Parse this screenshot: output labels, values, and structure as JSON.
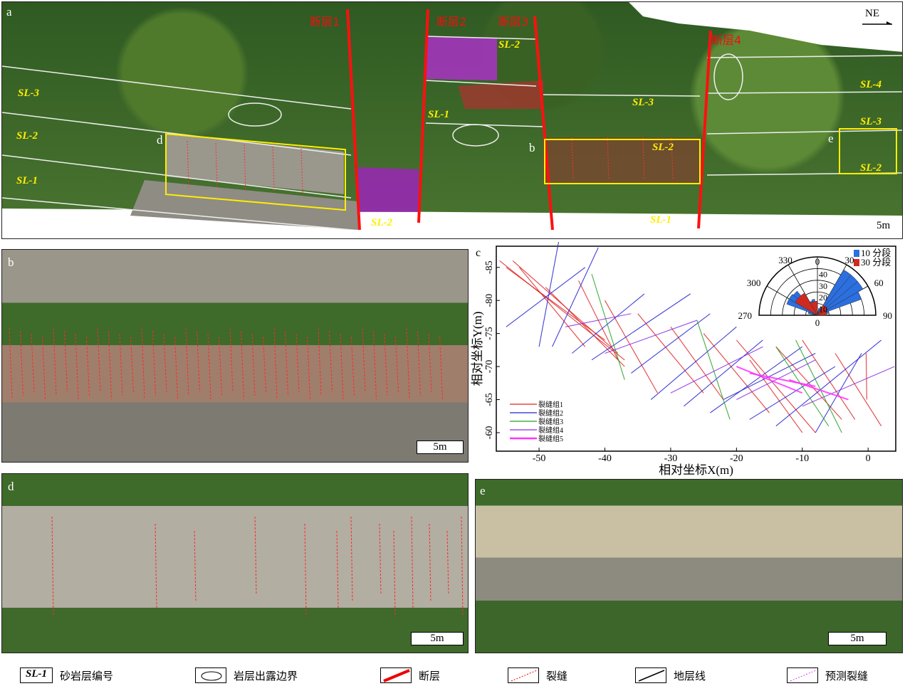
{
  "panel_a": {
    "label": "a",
    "north": "NE",
    "scale": "5m",
    "faults": [
      "断层1",
      "断层2",
      "断层3",
      "断层4"
    ],
    "layers": [
      "SL-3",
      "SL-2",
      "SL-1",
      "SL-2",
      "SL-2",
      "SL-1",
      "SL-3",
      "SL-2",
      "SL-1",
      "SL-4",
      "SL-3",
      "SL-2"
    ],
    "sub_labels": [
      "d",
      "b",
      "e"
    ]
  },
  "panel_b": {
    "label": "b",
    "scale": "5m"
  },
  "panel_d": {
    "label": "d",
    "scale": "5m"
  },
  "panel_e": {
    "label": "e",
    "scale": "5m"
  },
  "chart_data": {
    "type": "line",
    "label": "c",
    "xlabel": "相对坐标X(m)",
    "ylabel": "相对坐标Y(m)",
    "xlim": [
      -56.5,
      4.2
    ],
    "ylim": [
      -88.2,
      -57.2
    ],
    "xticks": [
      -50,
      -40,
      -30,
      -20,
      -10,
      0
    ],
    "yticks": [
      -85,
      -80,
      -75,
      -70,
      -65,
      -60
    ],
    "legend_position": "bottom-left",
    "series": [
      {
        "name": "裂缝组1",
        "color": "#e02020",
        "segments": [
          [
            -56,
            -86,
            -37,
            -71
          ],
          [
            -55,
            -85,
            -40,
            -74
          ],
          [
            -54,
            -86,
            -38,
            -72
          ],
          [
            -53,
            -85,
            -43,
            -73
          ],
          [
            -49,
            -82,
            -37,
            -70
          ],
          [
            -44,
            -83,
            -38,
            -71
          ],
          [
            -40,
            -80,
            -32,
            -66
          ],
          [
            -35,
            -78,
            -25,
            -66
          ],
          [
            -30,
            -76,
            -22,
            -65
          ],
          [
            -25,
            -75,
            -15,
            -63
          ],
          [
            -20,
            -74,
            -8,
            -60
          ],
          [
            -14,
            -73,
            -4,
            -62
          ],
          [
            -10,
            -74,
            -2,
            -62
          ],
          [
            -5,
            -72,
            2,
            -61
          ],
          [
            -0.3,
            -72,
            -0.2,
            -65
          ],
          [
            -18,
            -71,
            -10,
            -60
          ]
        ]
      },
      {
        "name": "裂缝组2",
        "color": "#2020d0",
        "segments": [
          [
            -55,
            -76,
            -43,
            -85
          ],
          [
            -50,
            -73,
            -47,
            -89
          ],
          [
            -48,
            -73,
            -41,
            -88
          ],
          [
            -45,
            -72,
            -34,
            -81
          ],
          [
            -42,
            -71,
            -27,
            -81
          ],
          [
            -36,
            -69,
            -24,
            -78
          ],
          [
            -33,
            -65,
            -20,
            -76
          ],
          [
            -28,
            -64,
            -16,
            -74
          ],
          [
            -24,
            -63,
            -10,
            -73
          ],
          [
            -18,
            -62,
            -5,
            -70
          ],
          [
            -14,
            -61,
            2,
            -74
          ],
          [
            -22,
            -65,
            -8,
            -72
          ],
          [
            -8,
            -60,
            -1,
            -72
          ]
        ]
      },
      {
        "name": "裂缝组3",
        "color": "#20a020",
        "segments": [
          [
            -42,
            -84,
            -37,
            -68
          ],
          [
            -26,
            -77,
            -21,
            -62
          ],
          [
            -11,
            -74,
            -4,
            -60
          ],
          [
            -14,
            -73,
            -6,
            -61
          ]
        ]
      },
      {
        "name": "裂缝组4",
        "color": "#8a2be2",
        "segments": [
          [
            -46,
            -76,
            -36,
            -78
          ],
          [
            -40,
            -72,
            -26,
            -77
          ],
          [
            -30,
            -66,
            -16,
            -73
          ],
          [
            -20,
            -65,
            -8,
            -71
          ],
          [
            -10,
            -64,
            4,
            -70
          ]
        ]
      },
      {
        "name": "裂缝组5",
        "color": "#ff30ff",
        "segments": [
          [
            -20,
            -70,
            -10,
            -66
          ],
          [
            -12,
            -68,
            -3,
            -65
          ],
          [
            -18,
            -69,
            -8,
            -67
          ]
        ]
      }
    ],
    "rose": {
      "legend": [
        "10 分段",
        "30 分段"
      ],
      "colors": [
        "#2b6fe0",
        "#d02a20"
      ],
      "angle_labels": [
        "0",
        "30",
        "60",
        "90",
        "270",
        "300",
        "330",
        "0"
      ],
      "radial_labels": [
        "10",
        "20",
        "30",
        "40"
      ],
      "rmax": 50,
      "bins10": [
        [
          280,
          290,
          8
        ],
        [
          290,
          300,
          28
        ],
        [
          300,
          310,
          28
        ],
        [
          310,
          320,
          27
        ],
        [
          320,
          330,
          10
        ],
        [
          330,
          340,
          13
        ],
        [
          340,
          350,
          14
        ],
        [
          350,
          360,
          12
        ],
        [
          10,
          20,
          6
        ],
        [
          20,
          30,
          8
        ],
        [
          30,
          40,
          45
        ],
        [
          40,
          50,
          45
        ],
        [
          50,
          60,
          45
        ],
        [
          60,
          70,
          40
        ],
        [
          70,
          80,
          10
        ]
      ],
      "bins30": [
        [
          300,
          330,
          22
        ],
        [
          330,
          360,
          12
        ],
        [
          30,
          60,
          10
        ],
        [
          60,
          90,
          8
        ]
      ]
    }
  },
  "legend": [
    {
      "key": "SL-1",
      "label": "砂岩层编号"
    },
    {
      "label": "岩层出露边界"
    },
    {
      "label": "断层"
    },
    {
      "label": "裂缝"
    },
    {
      "label": "地层线"
    },
    {
      "label": "预测裂缝"
    }
  ]
}
